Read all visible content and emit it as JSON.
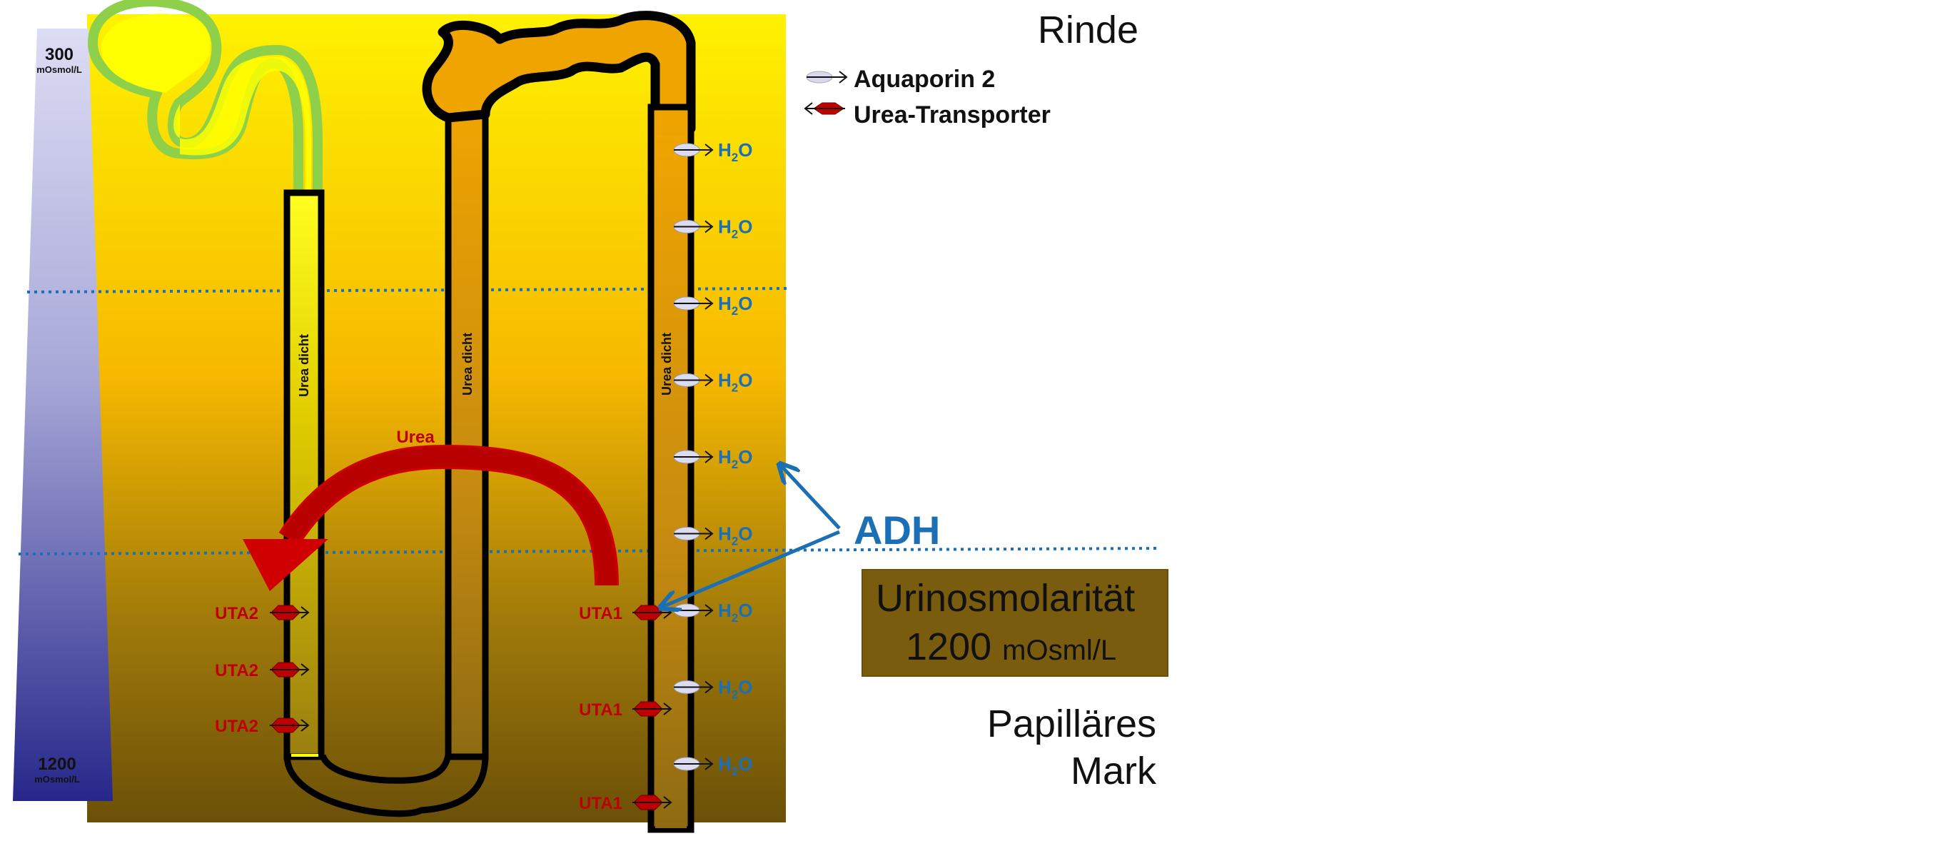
{
  "gradient_bar": {
    "top_value": "300",
    "top_unit": "mOsmol/L",
    "bottom_value": "1200",
    "bottom_unit": "mOsmol/L"
  },
  "regions": {
    "cortex": "Rinde",
    "medulla_line1": "Papilläres",
    "medulla_line2": "Mark"
  },
  "legend": {
    "aquaporin": "Aquaporin 2",
    "urea_transporter": "Urea-Transporter"
  },
  "tubule_labels": {
    "thin_descending": "Urea dicht",
    "thick_ascending": "Urea dicht",
    "collecting_duct": "Urea dicht"
  },
  "urea_flow_label": "Urea",
  "hormone_label": "ADH",
  "water_label": {
    "prefix": "H",
    "subscript": "2",
    "suffix": "O"
  },
  "water_channels_count": 9,
  "loop_transporter_label": "UTA2",
  "duct_transporter_label": "UTA1",
  "urine_osmolarity": {
    "title": "Urinosmolarität",
    "value": "1200",
    "unit": "mOsml/L"
  },
  "colors": {
    "medulla_top": "#ffee00",
    "medulla_bottom": "#6e5208",
    "gradient_top": "#d6d6f2",
    "gradient_bottom": "#2a2a8c",
    "water": "#1a6fb5",
    "urea": "#c00000",
    "tubule_orange": "#e9a000",
    "glomerulus_green": "#8ed04a",
    "urine_box": "#7a5c0e"
  }
}
